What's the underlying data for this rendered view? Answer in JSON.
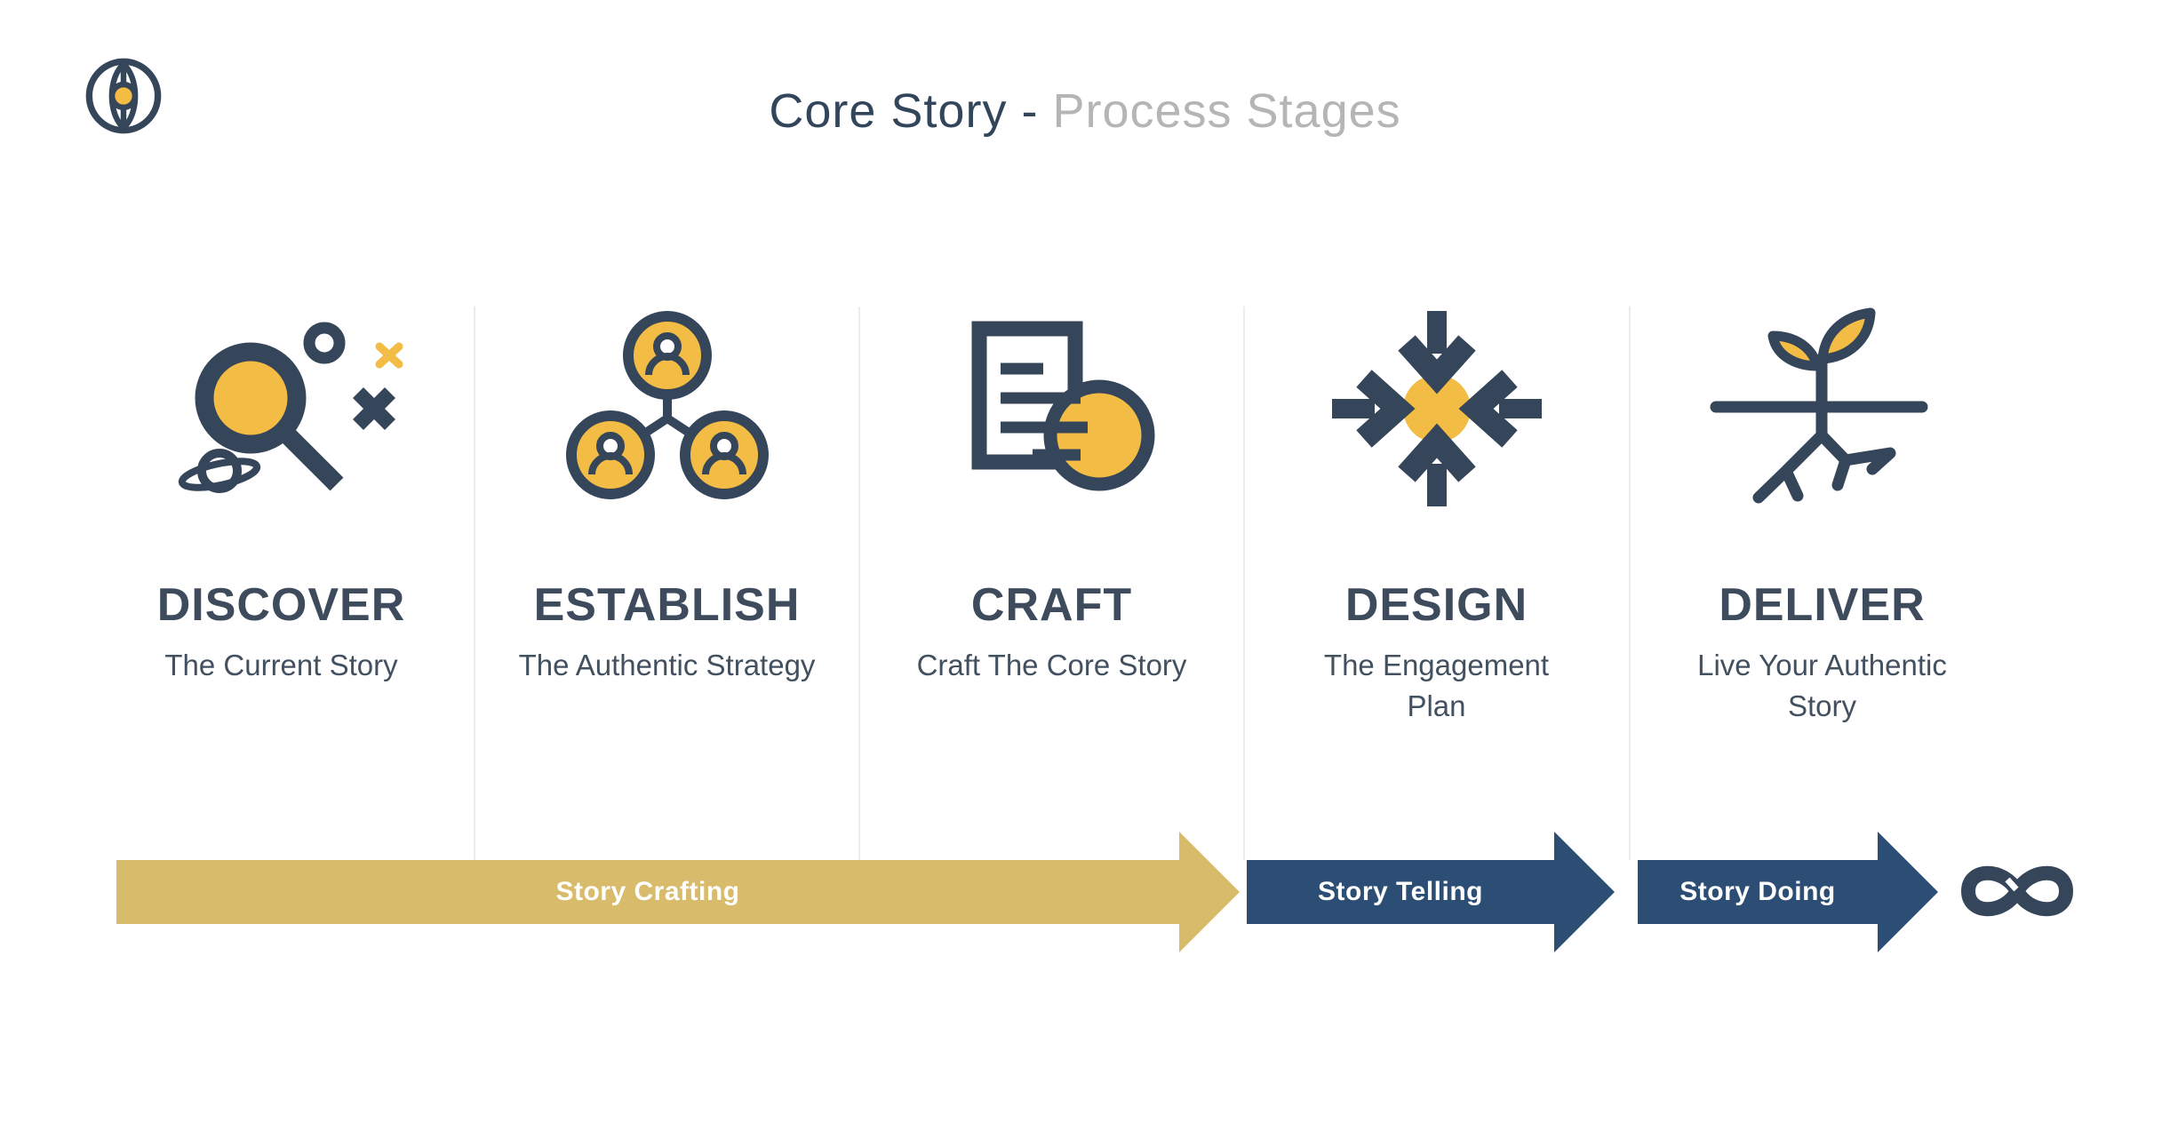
{
  "header": {
    "logo_icon": "globe-eye-logo",
    "title_primary": "Core Story -",
    "title_secondary": "Process Stages"
  },
  "stages": [
    {
      "title": "DISCOVER",
      "subtitle": "The Current Story",
      "icon": "magnifier-exploration-icon"
    },
    {
      "title": "ESTABLISH",
      "subtitle": "The Authentic Strategy",
      "icon": "people-network-icon"
    },
    {
      "title": "CRAFT",
      "subtitle": "Craft The Core Story",
      "icon": "document-core-story-icon"
    },
    {
      "title": "DESIGN",
      "subtitle": "The Engagement Plan",
      "icon": "converging-arrows-icon"
    },
    {
      "title": "DELIVER",
      "subtitle": "Live Your Authentic Story",
      "icon": "rooted-sprout-icon"
    }
  ],
  "process_arrows": [
    {
      "label": "Story Crafting",
      "color": "#D8BB6B",
      "text_color": "#FFFFFF"
    },
    {
      "label": "Story Telling",
      "color": "#2D4E74",
      "text_color": "#FFFFFF"
    },
    {
      "label": "Story Doing",
      "color": "#2D4E74",
      "text_color": "#FFFFFF"
    }
  ],
  "end_symbol": "infinity-icon",
  "colors": {
    "background": "#FFFFFF",
    "navy": "#35455A",
    "heading_text": "#3D4B5C",
    "title_secondary_gray": "#B3B5B7",
    "icon_gold": "#F2BC45",
    "arrow_gold": "#D8BB6B",
    "arrow_blue": "#2D4E74",
    "divider_gray": "#ECECEC"
  }
}
